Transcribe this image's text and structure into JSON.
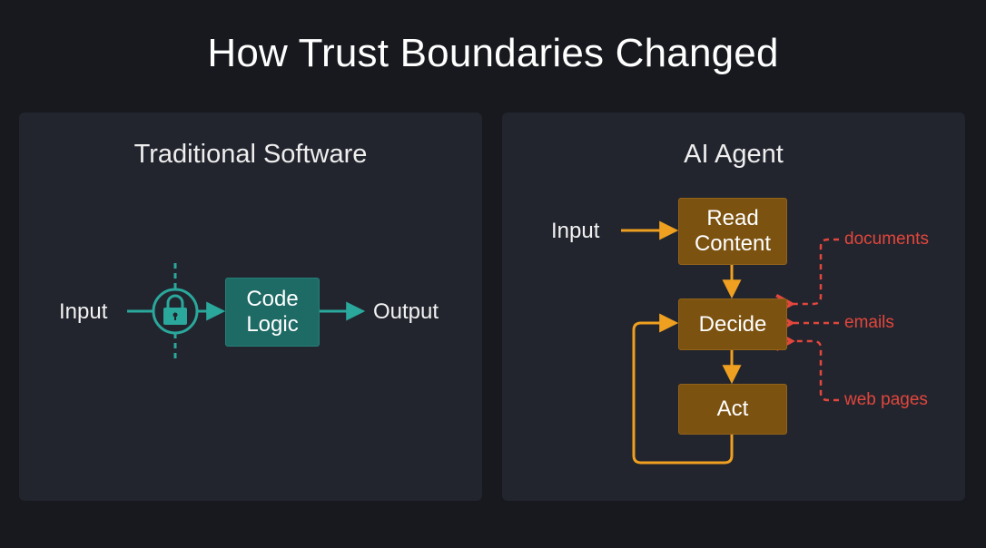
{
  "title": "How Trust Boundaries Changed",
  "left_panel": {
    "title": "Traditional Software",
    "input_label": "Input",
    "logic_box": "Code\nLogic",
    "output_label": "Output",
    "lock_icon": "lock-icon"
  },
  "right_panel": {
    "title": "AI Agent",
    "input_label": "Input",
    "steps": [
      "Read\nContent",
      "Decide",
      "Act"
    ],
    "untrusted_sources": [
      "documents",
      "emails",
      "web pages"
    ]
  },
  "colors": {
    "background": "#17191e",
    "panel": "#22252e",
    "teal": "#2aa89c",
    "orange": "#f0a020",
    "red": "#e2463c"
  }
}
